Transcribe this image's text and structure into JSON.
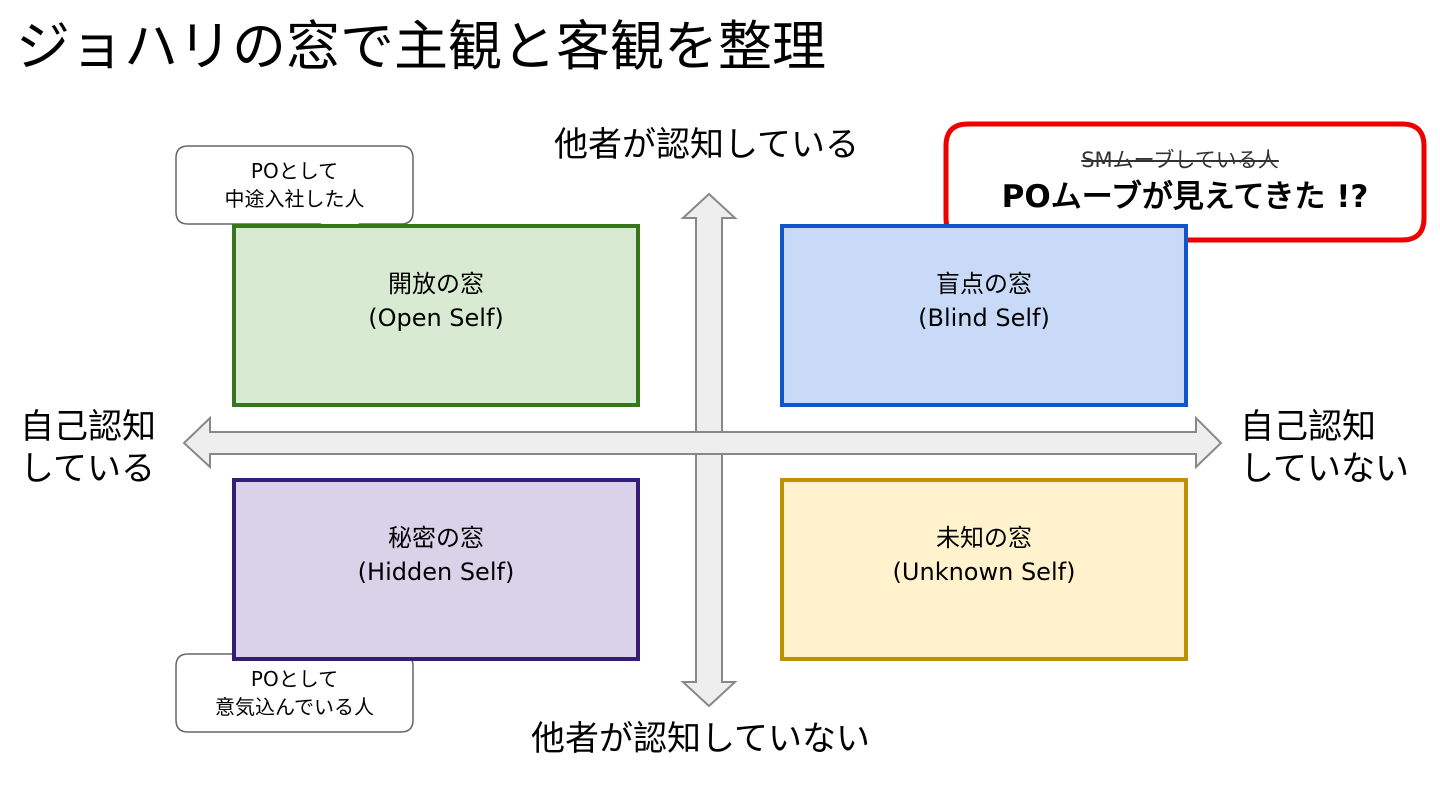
{
  "title": "ジョハリの窓で主観と客観を整理",
  "axes": {
    "top": "他者が認知している",
    "bottom": "他者が認知していない",
    "left_line1": "自己認知",
    "left_line2": "している",
    "right_line1": "自己認知",
    "right_line2": "していない"
  },
  "quadrants": {
    "open": {
      "label": "開放の窓",
      "sub": "(Open Self)",
      "fill": "#d9ead3",
      "border": "#38761d"
    },
    "blind": {
      "label": "盲点の窓",
      "sub": "(Blind Self)",
      "fill": "#c9daf8",
      "border": "#1155cc"
    },
    "hidden": {
      "label": "秘密の窓",
      "sub": "(Hidden Self)",
      "fill": "#d9d2e9",
      "border": "#351c75"
    },
    "unknown": {
      "label": "未知の窓",
      "sub": "(Unknown Self)",
      "fill": "#fff2cc",
      "border": "#bf9000"
    }
  },
  "callouts": {
    "top_left": {
      "line1": "POとして",
      "line2": "中途入社した人"
    },
    "bottom_left": {
      "line1": "POとして",
      "line2": "意気込んでいる人"
    },
    "highlight": {
      "struck": "SMムーブしている人",
      "main": "POムーブが見えてきた !?",
      "border": "#ee0000"
    }
  },
  "colors": {
    "arrow_fill": "#eeeeee",
    "arrow_stroke": "#888888"
  }
}
